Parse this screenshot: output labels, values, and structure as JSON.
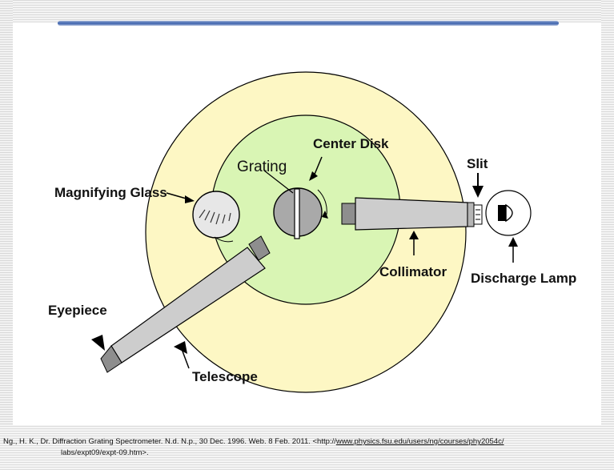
{
  "labels": {
    "center_disk": "Center Disk",
    "grating": "Grating",
    "slit": "Slit",
    "magnifying_glass": "Magnifying Glass",
    "collimator": "Collimator",
    "discharge_lamp": "Discharge Lamp",
    "eyepiece": "Eyepiece",
    "telescope": "Telescope"
  },
  "citation": {
    "text": "Ng., H. K., Dr. Diffraction Grating Spectrometer. N.d. N.p., 30 Dec. 1996. Web. 8 Feb. 2011. <http://",
    "link": "www.physics.fsu.edu/users/ng/courses/phy2054c/",
    "text2": "labs/expt09/expt-09.htm>."
  },
  "colors": {
    "outer_ring": "#fdf7c4",
    "inner_disk": "#d9f5b4",
    "instrument_gray": "#cdcdcd",
    "dark_gray": "#8e8e8e",
    "rule_blue": "#3c62ad"
  }
}
